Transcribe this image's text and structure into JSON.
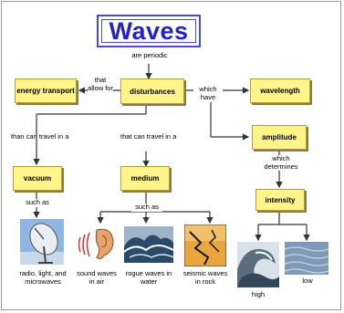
{
  "title": "Waves",
  "nodes": {
    "energy_transport": "energy transport",
    "disturbances": "disturbances",
    "wavelength": "wavelength",
    "amplitude": "amplitude",
    "vacuum": "vacuum",
    "medium": "medium",
    "intensity": "intensity"
  },
  "links": {
    "are_periodic": "are periodic",
    "that_allow_for": "that allow for",
    "which_have": "which have",
    "than_can_travel_in_a": "than can travel in a",
    "that_can_travel_in_a": "that can travel in a",
    "such_as_vacuum": "such as",
    "such_as_medium": "such as",
    "which_determines": "which determines"
  },
  "images": {
    "radio": "radio, light, and microwaves",
    "sound": "sound waves in air",
    "rogue": "rogue waves in water",
    "seismic": "seismic waves in rock",
    "high": "high",
    "low": "low"
  },
  "icons": [
    "satellite-dish-icon",
    "ear-sound-icon",
    "ocean-wave-icon",
    "seismic-icon",
    "high-wave-icon",
    "low-wave-icon"
  ],
  "colors": {
    "node_fill": "#fff48a",
    "node_border": "#b89a3a",
    "title": "#2222cc",
    "line": "#333333"
  }
}
